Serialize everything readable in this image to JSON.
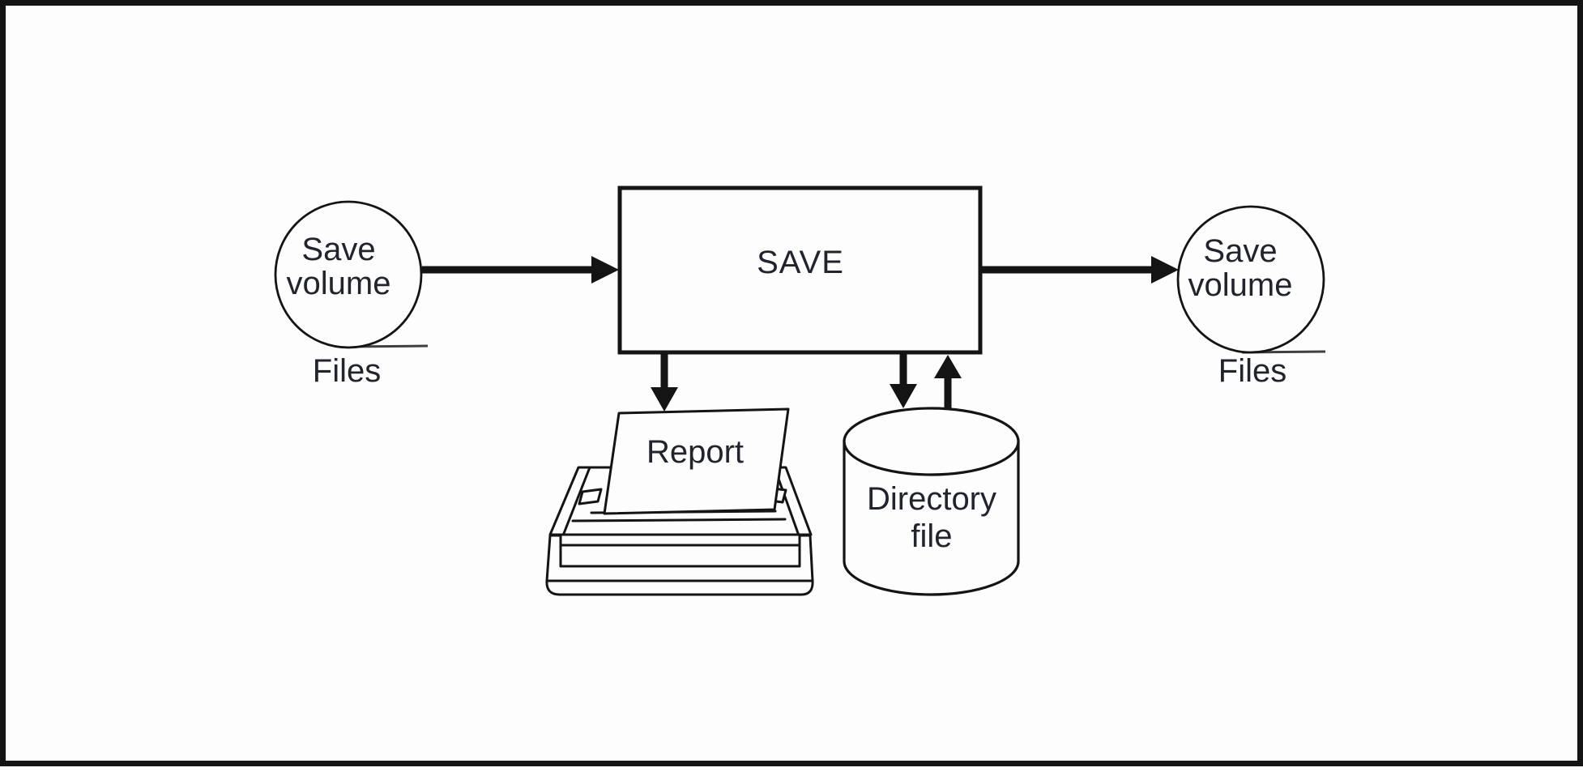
{
  "colors": {
    "line": "#141414",
    "text": "#21242c",
    "background": "#fdfdfd",
    "connector_underline": "#3f3f3f"
  },
  "nodes": {
    "input_volume": {
      "shape": "circle",
      "line1": "Save",
      "line2": "volume",
      "caption": "Files"
    },
    "process": {
      "shape": "rectangle",
      "label": "SAVE"
    },
    "output_volume": {
      "shape": "circle",
      "line1": "Save",
      "line2": "volume",
      "caption": "Files"
    },
    "report": {
      "shape": "printer",
      "label": "Report"
    },
    "directory_file": {
      "shape": "cylinder",
      "line1": "Directory",
      "line2": "file"
    }
  },
  "edges": [
    {
      "from": "input_volume",
      "to": "process",
      "direction": "right"
    },
    {
      "from": "process",
      "to": "output_volume",
      "direction": "right"
    },
    {
      "from": "process",
      "to": "report",
      "direction": "down"
    },
    {
      "from": "process",
      "to": "directory_file",
      "direction": "down"
    },
    {
      "from": "directory_file",
      "to": "process",
      "direction": "up"
    }
  ]
}
